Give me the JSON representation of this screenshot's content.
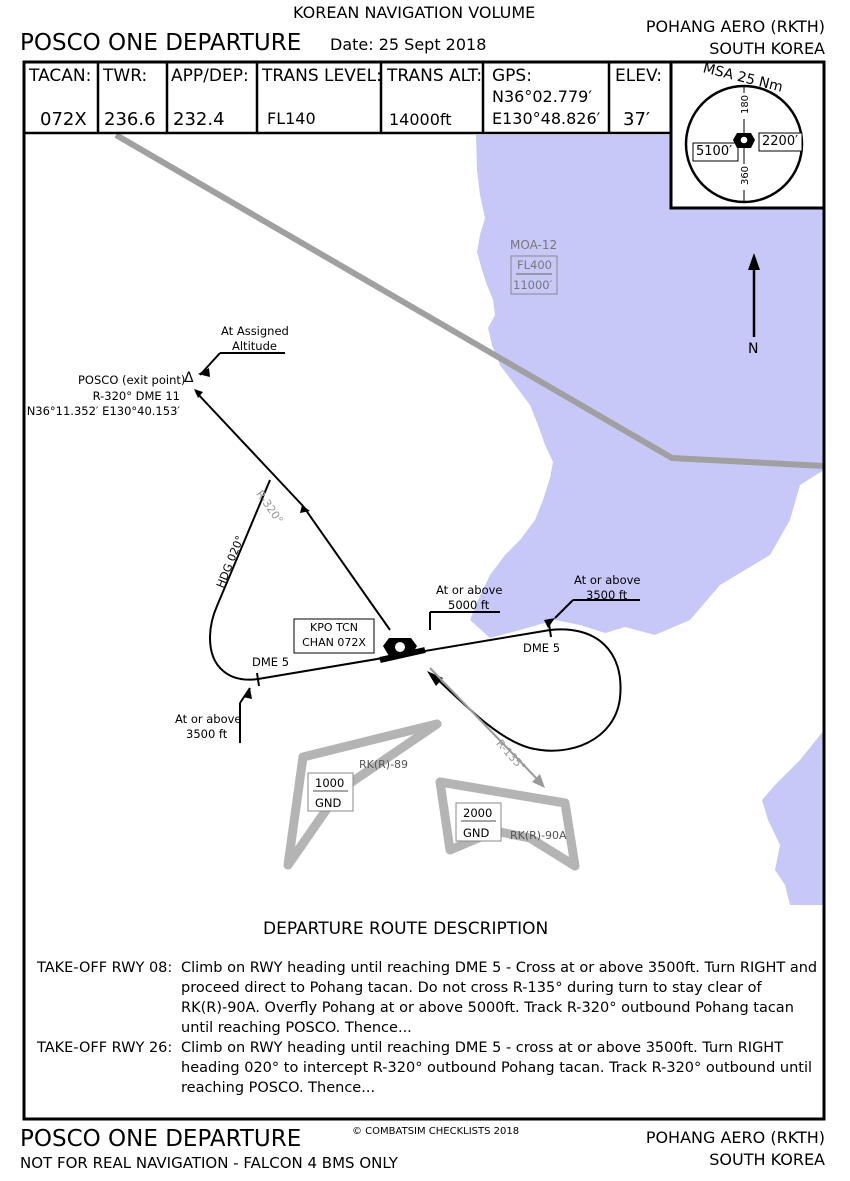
{
  "header": {
    "volume": "KOREAN NAVIGATION VOLUME",
    "title": "POSCO ONE DEPARTURE",
    "date": "Date: 25 Sept 2018",
    "airport": "POHANG AERO (RKTH)",
    "country": "SOUTH KOREA"
  },
  "info": {
    "tacan_label": "TACAN:",
    "tacan_value": "072X",
    "twr_label": "TWR:",
    "twr_value": "236.6",
    "app_label": "APP/DEP:",
    "app_value": "232.4",
    "trans_level_label": "TRANS LEVEL:",
    "trans_level_value": "FL140",
    "trans_alt_label": "TRANS ALT:",
    "trans_alt_value": "14000ft",
    "gps_label": "GPS:",
    "gps_lat": "N36°02.779′",
    "gps_lon": "E130°48.826′",
    "elev_label": "ELEV:",
    "elev_value": "37′"
  },
  "msa": {
    "title": "MSA 25 Nm",
    "bearing_top": "180",
    "bearing_bottom": "360",
    "west_alt": "5100′",
    "east_alt": "2200′"
  },
  "map": {
    "moa_name": "MOA-12",
    "moa_top": "FL400",
    "moa_bottom": "11000′",
    "north": "N",
    "posco_line1": "POSCO (exit point)",
    "posco_line2": "R-320° DME 11",
    "posco_line3": "N36°11.352′ E130°40.153′",
    "assigned_line1": "At Assigned",
    "assigned_line2": "Altitude",
    "radial_320": "R-320°",
    "hdg_020": "HDG 020°",
    "kpo_line1": "KPO TCN",
    "kpo_line2": "CHAN 072X",
    "at5000_line1": "At or above",
    "at5000_line2": "5000 ft",
    "ate_line1": "At or above",
    "ate_line2": "3500 ft",
    "atw_line1": "At or above",
    "atw_line2": "3500 ft",
    "dme_west": "DME 5",
    "dme_east": "DME 5",
    "radial_135": "R-135°",
    "rk89_name": "RK(R)-89",
    "rk89_top": "1000",
    "rk89_bottom": "GND",
    "rk90a_name": "RK(R)-90A",
    "rk90a_top": "2000",
    "rk90a_bottom": "GND"
  },
  "description": {
    "heading": "DEPARTURE ROUTE DESCRIPTION",
    "rwy08_label": "TAKE-OFF RWY 08:",
    "rwy08_lines": [
      "Climb on RWY heading until reaching DME 5 - Cross at or above 3500ft. Turn RIGHT and",
      "proceed direct to Pohang tacan. Do not cross R-135° during turn to stay clear of",
      "RK(R)-90A. Overfly Pohang at or above 5000ft.  Track R-320° outbound Pohang tacan",
      "until reaching POSCO. Thence..."
    ],
    "rwy26_label": "TAKE-OFF RWY 26:",
    "rwy26_lines": [
      "Climb on RWY heading until reaching DME 5 - cross at or above 3500ft. Turn RIGHT",
      "heading 020° to intercept R-320° outbound Pohang tacan. Track R-320° outbound  until",
      "reaching POSCO. Thence..."
    ]
  },
  "footer": {
    "title": "POSCO ONE DEPARTURE",
    "disclaimer": "NOT FOR REAL NAVIGATION - FALCON 4 BMS ONLY",
    "copyright": "© COMBATSIM CHECKLISTS 2018",
    "airport": "POHANG AERO (RKTH)",
    "country": "SOUTH KOREA"
  }
}
